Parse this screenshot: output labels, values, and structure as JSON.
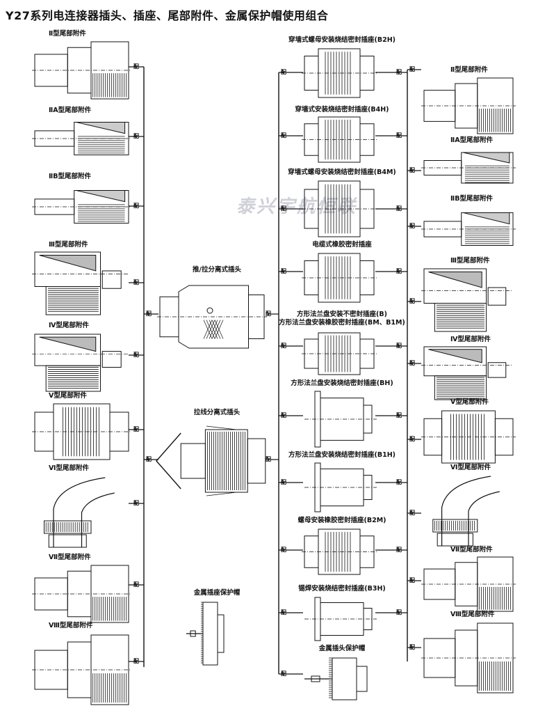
{
  "title": "Y27系列电连接器插头、插座、尾部附件、金属保护帽使用组合",
  "watermark": "泰兴宇航恒联",
  "junction_mark": "配",
  "left_column": [
    {
      "label": "Ⅱ型尾部附件"
    },
    {
      "label": "ⅡA型尾部附件"
    },
    {
      "label": "ⅡB型尾部附件"
    },
    {
      "label": "Ⅲ型尾部附件"
    },
    {
      "label": "Ⅳ型尾部附件"
    },
    {
      "label": "Ⅴ型尾部附件"
    },
    {
      "label": "Ⅵ型尾部附件"
    },
    {
      "label": "Ⅶ型尾部附件"
    },
    {
      "label": "Ⅷ型尾部附件"
    }
  ],
  "center_plugs": [
    {
      "label": "推/拉分离式插头"
    },
    {
      "label": "拉线分离式插头"
    },
    {
      "label": "金属插座保护帽"
    }
  ],
  "receptacles": [
    {
      "label": "穿墙式螺母安装烧结密封插座(B2H)"
    },
    {
      "label": "穿墙式安装烧结密封插座(B4H)"
    },
    {
      "label": "穿墙式螺母安装烧结密封插座(B4M)"
    },
    {
      "label": "电缆式橡胶密封插座"
    },
    {
      "label": "方形法兰盘安装不密封插座(B)",
      "label2": "方形法兰盘安装橡胶密封插座(BM、B1M)"
    },
    {
      "label": "方形法兰盘安装烧结密封插座(BH)"
    },
    {
      "label": "方形法兰盘安装烧结密封插座(B1H)"
    },
    {
      "label": "螺母安装橡胶密封插座(B2M)"
    },
    {
      "label": "锡焊安装烧结密封插座(B3H)"
    },
    {
      "label": "金属插头保护帽"
    }
  ],
  "right_column": [
    {
      "label": "Ⅱ型尾部附件"
    },
    {
      "label": "ⅡA型尾部附件"
    },
    {
      "label": "ⅡB型尾部附件"
    },
    {
      "label": "Ⅲ型尾部附件"
    },
    {
      "label": "Ⅳ型尾部附件"
    },
    {
      "label": "Ⅴ型尾部附件"
    },
    {
      "label": "Ⅵ型尾部附件"
    },
    {
      "label": "Ⅶ型尾部附件"
    },
    {
      "label": "Ⅷ型尾部附件"
    }
  ]
}
